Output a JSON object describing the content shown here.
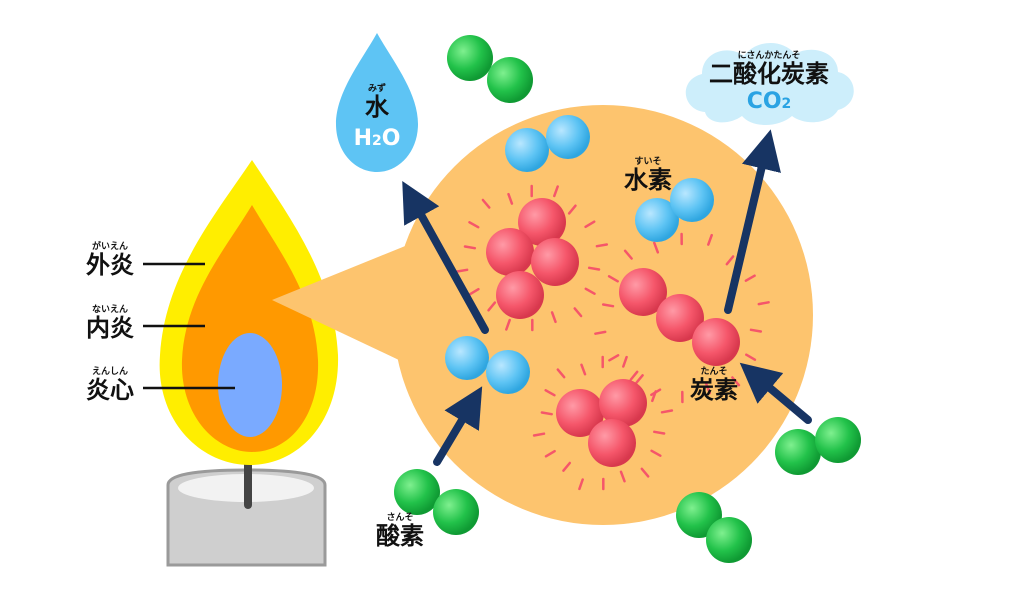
{
  "flame_labels": {
    "outer": {
      "ruby": "がいえん",
      "text": "外炎"
    },
    "inner": {
      "ruby": "ないえん",
      "text": "内炎"
    },
    "core": {
      "ruby": "えんしん",
      "text": "炎心"
    }
  },
  "water": {
    "ruby": "みず",
    "text": "水",
    "formula": "H2O"
  },
  "carbon_dioxide": {
    "ruby": "にさんかたんそ",
    "text": "二酸化炭素",
    "formula": "CO2"
  },
  "hydrogen": {
    "ruby": "すいそ",
    "text": "水素"
  },
  "carbon": {
    "ruby": "たんそ",
    "text": "炭素"
  },
  "oxygen": {
    "ruby": "さんそ",
    "text": "酸素"
  },
  "colors": {
    "flame_outer": "#ffee00",
    "flame_inner": "#ff9900",
    "flame_core": "#7aaaff",
    "zoom_circle": "#fdc46e",
    "water": "#5ec4f4",
    "co2_cloud": "#cdeefb",
    "arrow": "#173463",
    "hydrogen_atom": "#5ec4f4",
    "carbon_atom": "#f5566a",
    "oxygen_atom": "#22c24a",
    "candle_body": "#cfcfcf",
    "wick": "#444444"
  }
}
